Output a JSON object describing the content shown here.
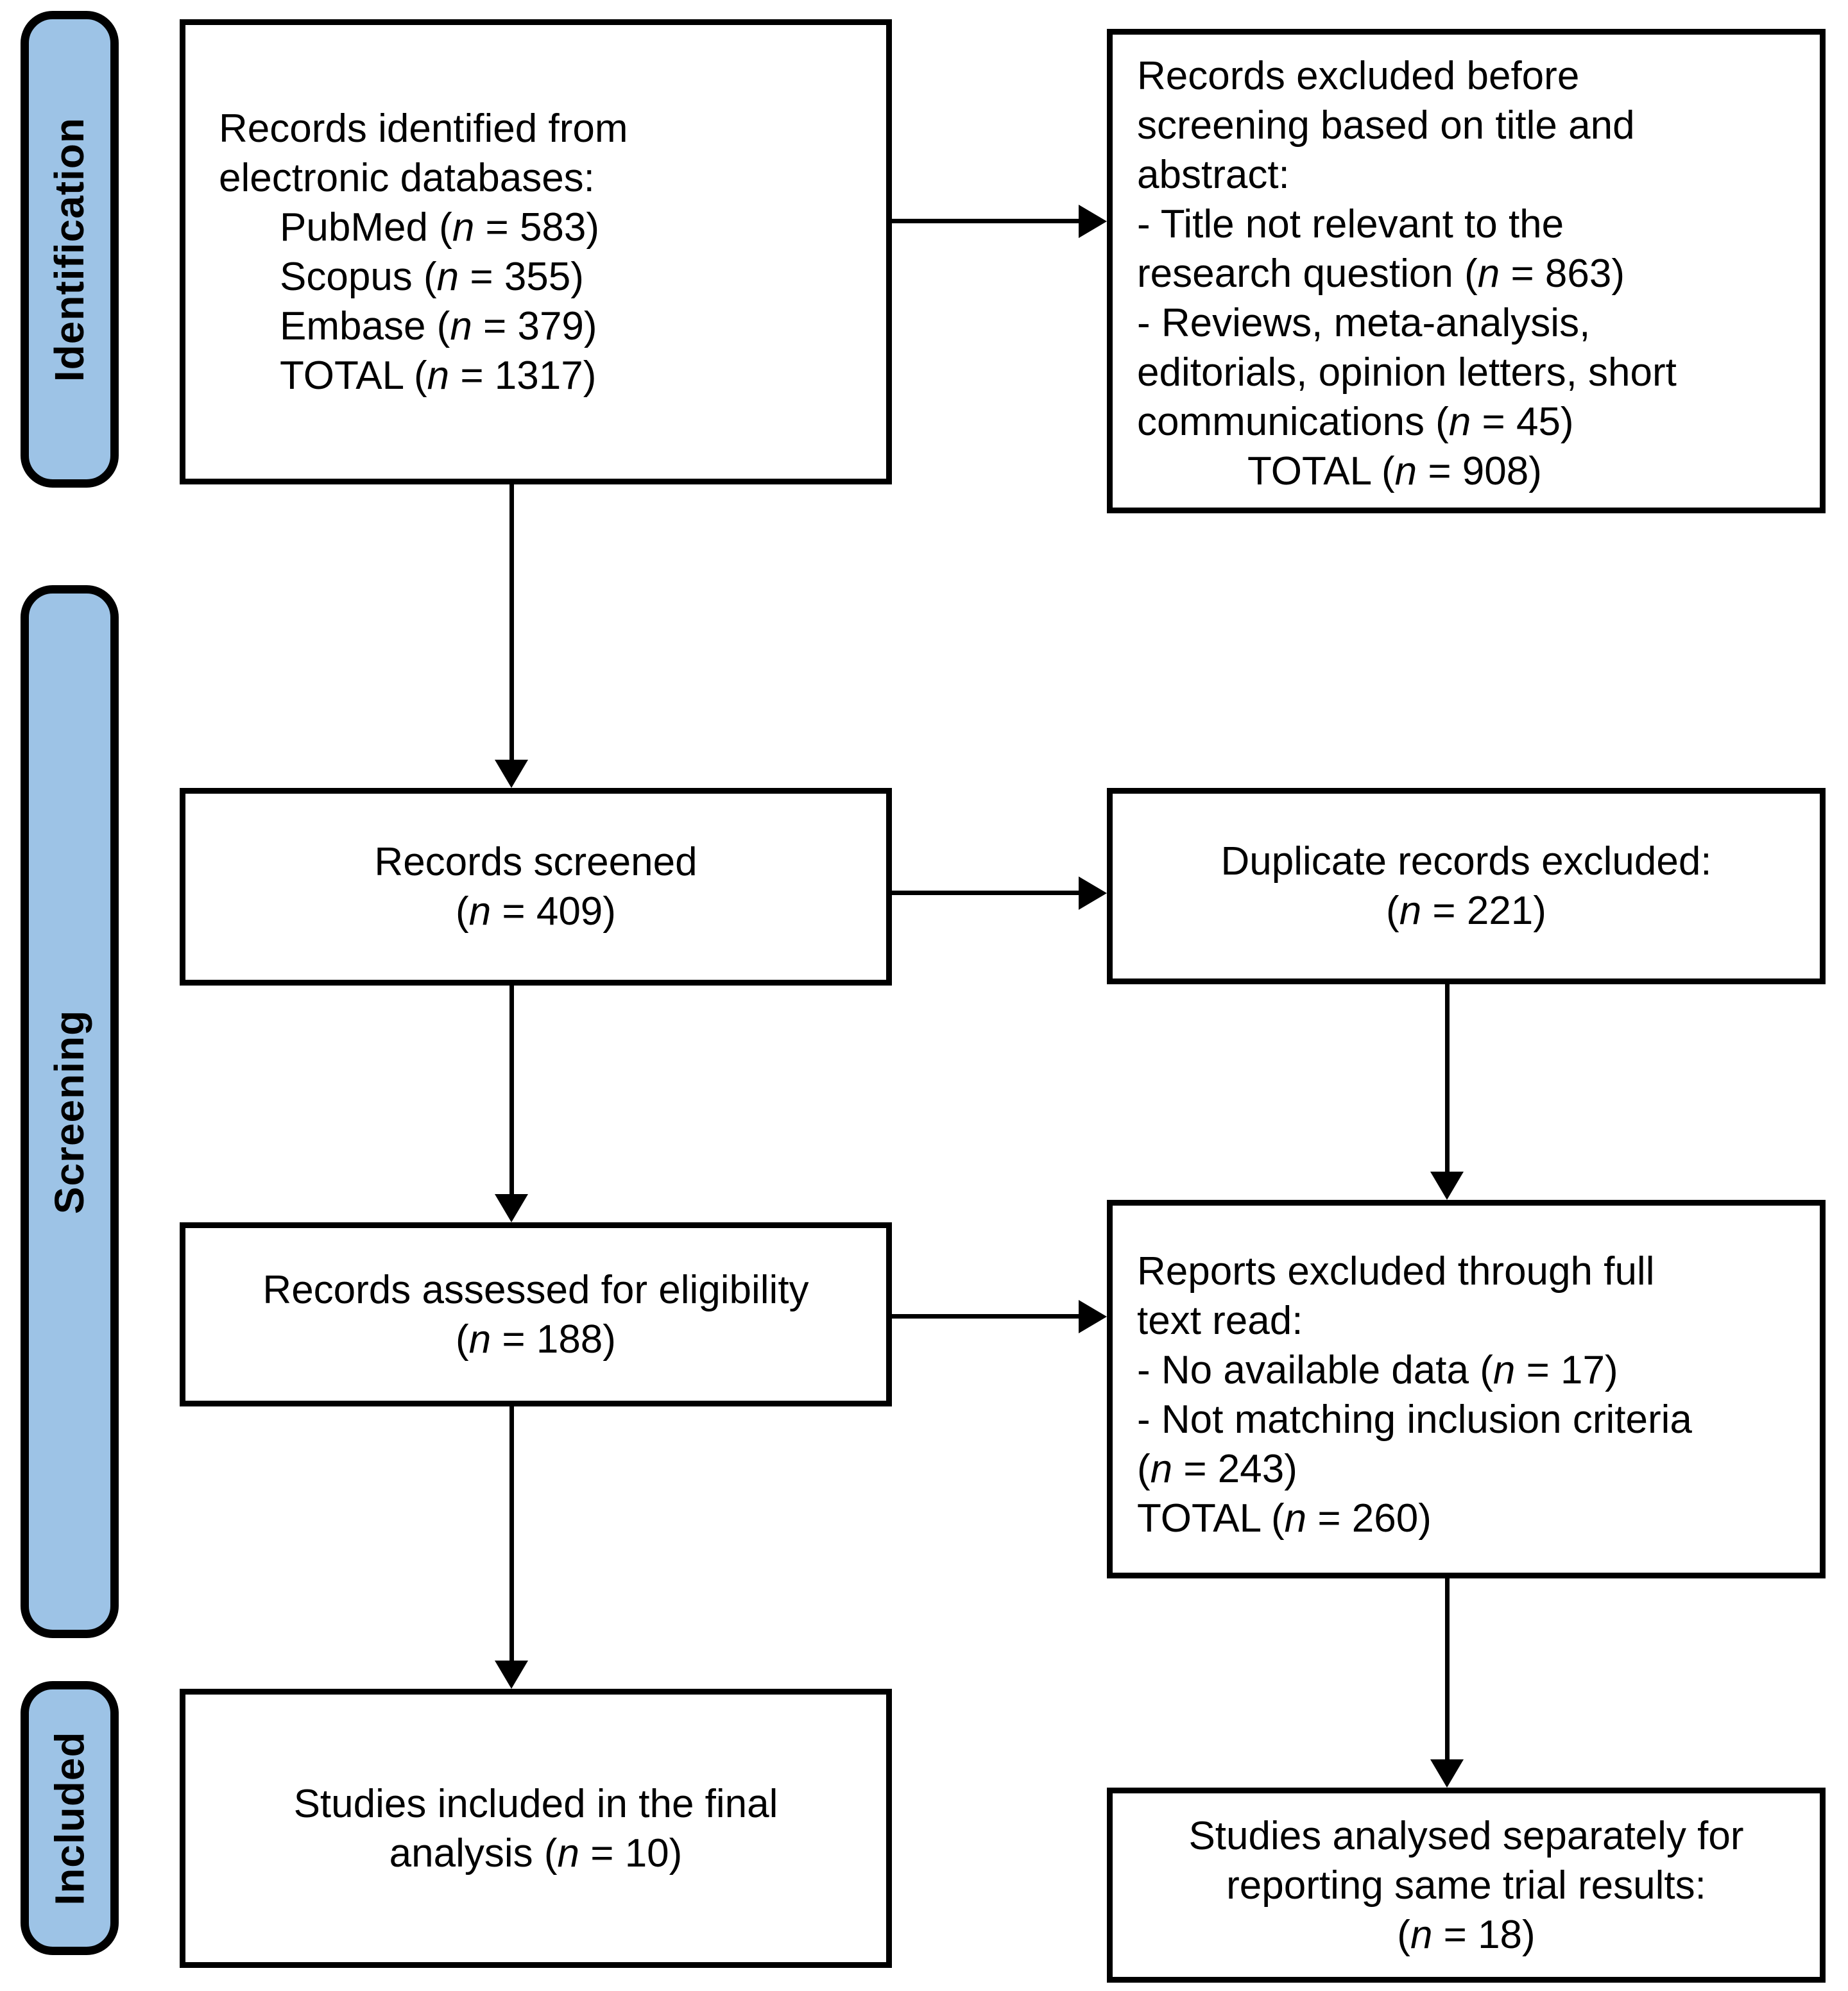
{
  "figure": {
    "kind": "PRISMA flow diagram",
    "colors": {
      "stage_fill": "#9DC3E6",
      "border": "#000000",
      "box_bg": "#FFFFFF",
      "text": "#000000"
    }
  },
  "stages": [
    {
      "key": "identification",
      "label": "Identification"
    },
    {
      "key": "screening",
      "label": "Screening"
    },
    {
      "key": "included",
      "label": "Included"
    }
  ],
  "boxes": {
    "records_identified": {
      "lines": [
        {
          "text": "Records identified from",
          "indent": 0
        },
        {
          "text": "electronic databases:",
          "indent": 0
        },
        {
          "text": "PubMed (n = 583)",
          "indent": 1
        },
        {
          "text": "Scopus (n = 355)",
          "indent": 1
        },
        {
          "text": "Embase (n = 379)",
          "indent": 1
        },
        {
          "text": "TOTAL (n = 1317)",
          "indent": 1
        }
      ]
    },
    "excluded_before_screening": {
      "lines": [
        {
          "text": "Records excluded before",
          "indent": 0
        },
        {
          "text": "screening based on title and",
          "indent": 0
        },
        {
          "text": "abstract:",
          "indent": 0
        },
        {
          "text": "- Title not relevant to the",
          "indent": 0
        },
        {
          "text": "research question (n = 863)",
          "indent": 0
        },
        {
          "text": "- Reviews, meta-analysis,",
          "indent": 0
        },
        {
          "text": "editorials, opinion letters, short",
          "indent": 0
        },
        {
          "text": "communications (n = 45)",
          "indent": 0
        },
        {
          "text": "TOTAL (n = 908)",
          "indent": 2
        }
      ]
    },
    "records_screened": {
      "lines": [
        {
          "text": "Records screened",
          "indent": 0
        },
        {
          "text": "(n = 409)",
          "indent": 0
        }
      ]
    },
    "duplicates_excluded": {
      "lines": [
        {
          "text": "Duplicate records excluded:",
          "indent": 0
        },
        {
          "text": "(n = 221)",
          "indent": 0
        }
      ]
    },
    "records_assessed": {
      "lines": [
        {
          "text": "Records assessed for eligibility",
          "indent": 0
        },
        {
          "text": "(n = 188)",
          "indent": 0
        }
      ]
    },
    "reports_excluded": {
      "lines": [
        {
          "text": "Reports excluded through full",
          "indent": 0
        },
        {
          "text": "text read:",
          "indent": 0
        },
        {
          "text": "- No available data (n = 17)",
          "indent": 0
        },
        {
          "text": "- Not matching inclusion criteria",
          "indent": 0
        },
        {
          "text": "(n = 243)",
          "indent": 0
        },
        {
          "text": "TOTAL (n = 260)",
          "indent": 0
        }
      ]
    },
    "studies_included": {
      "lines": [
        {
          "text": "Studies included in the final",
          "indent": 0
        },
        {
          "text": "analysis (n = 10)",
          "indent": 0
        }
      ]
    },
    "studies_analysed": {
      "lines": [
        {
          "text": "Studies analysed separately for",
          "indent": 0
        },
        {
          "text": "reporting same trial results:",
          "indent": 0
        },
        {
          "text": "(n = 18)",
          "indent": 0
        }
      ]
    }
  },
  "arrows": [
    {
      "from": "records_identified",
      "to": "excluded_before_screening"
    },
    {
      "from": "records_identified",
      "to": "records_screened"
    },
    {
      "from": "records_screened",
      "to": "duplicates_excluded"
    },
    {
      "from": "records_screened",
      "to": "records_assessed"
    },
    {
      "from": "duplicates_excluded",
      "to": "reports_excluded"
    },
    {
      "from": "records_assessed",
      "to": "reports_excluded"
    },
    {
      "from": "records_assessed",
      "to": "studies_included"
    },
    {
      "from": "reports_excluded",
      "to": "studies_analysed"
    }
  ]
}
